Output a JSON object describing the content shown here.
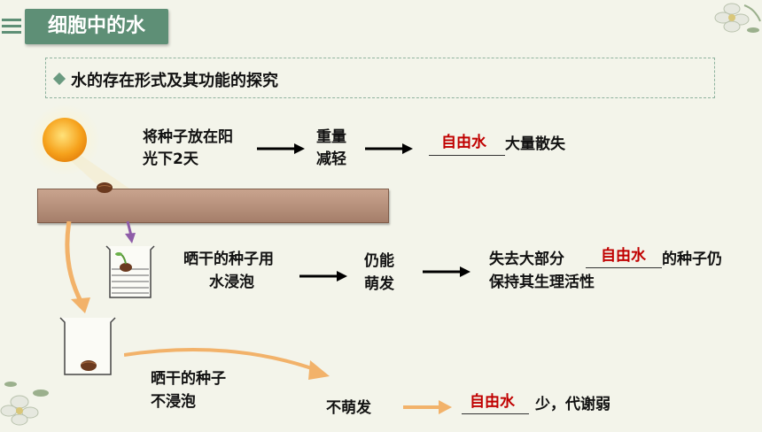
{
  "header": {
    "title": "细胞中的水"
  },
  "section": {
    "subtitle": "水的存在形式及其功能的探究"
  },
  "row1": {
    "step1_line1": "将种子放在阳",
    "step1_line2": "光下2天",
    "step2_line1": "重量",
    "step2_line2": "减轻",
    "answer": "自由水",
    "result": "大量散失"
  },
  "row2": {
    "step1_line1": "晒干的种子用",
    "step1_line2": "水浸泡",
    "step2_line1": "仍能",
    "step2_line2": "萌发",
    "result_prefix": "失去大部分",
    "answer": "自由水",
    "result_suffix": "的种子仍",
    "result_line2": "保持其生理活性"
  },
  "row3": {
    "step1_line1": "晒干的种子",
    "step1_line2": "不浸泡",
    "step2": "不萌发",
    "answer": "自由水",
    "result": "少，代谢弱"
  },
  "colors": {
    "accent_green": "#5e8f76",
    "answer_red": "#c00000",
    "arrow_orange": "#f2b26a",
    "arrow_purple": "#8e5ca8"
  }
}
